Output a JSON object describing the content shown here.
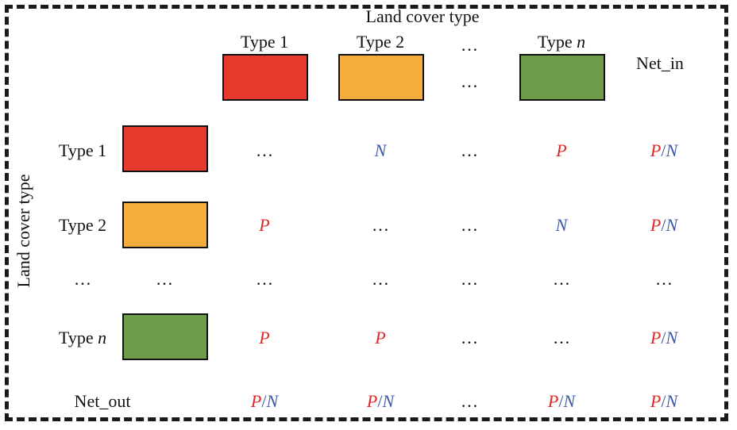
{
  "axis_top_label": "Land cover type",
  "axis_left_label": "Land cover type",
  "net_in_label": "Net_in",
  "net_out_label": "Net_out",
  "ellipsis": "…",
  "symbols": {
    "P": "P",
    "N": "N",
    "slash": "/"
  },
  "columns": [
    {
      "label_prefix": "Type ",
      "label_var": "1",
      "color": "#E8392F"
    },
    {
      "label_prefix": "Type ",
      "label_var": "2",
      "color": "#F2AD3D"
    },
    {
      "label_prefix": "Type ",
      "label_var": "n",
      "color": "#6E9C48"
    }
  ],
  "rows": [
    {
      "label_prefix": "Type ",
      "label_var": "1",
      "color": "#E8392F"
    },
    {
      "label_prefix": "Type ",
      "label_var": "2",
      "color": "#F2AD3D"
    },
    {
      "label_prefix": "Type ",
      "label_var": "n",
      "color": "#6E9C48"
    }
  ],
  "matrix": [
    [
      "…",
      "N",
      "…",
      "P",
      "P/N"
    ],
    [
      "P",
      "…",
      "…",
      "N",
      "P/N"
    ],
    [
      "…",
      "…",
      "…",
      "…",
      "…"
    ],
    [
      "P",
      "P",
      "…",
      "…",
      "P/N"
    ],
    [
      "P/N",
      "P/N",
      "…",
      "P/N",
      "P/N"
    ]
  ],
  "row_ellipsis_labels": [
    "…",
    "…"
  ]
}
